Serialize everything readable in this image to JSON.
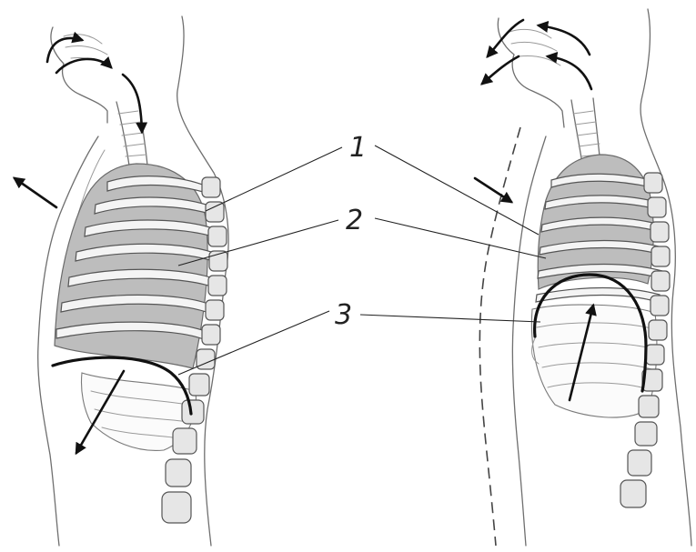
{
  "labels": {
    "one": "1",
    "two": "2",
    "three": "3"
  },
  "colors": {
    "ink": "#111111",
    "sketch": "#6f6f6f",
    "lung_shade": "#bdbdbd"
  },
  "figures": [
    "inhalation",
    "exhalation"
  ]
}
